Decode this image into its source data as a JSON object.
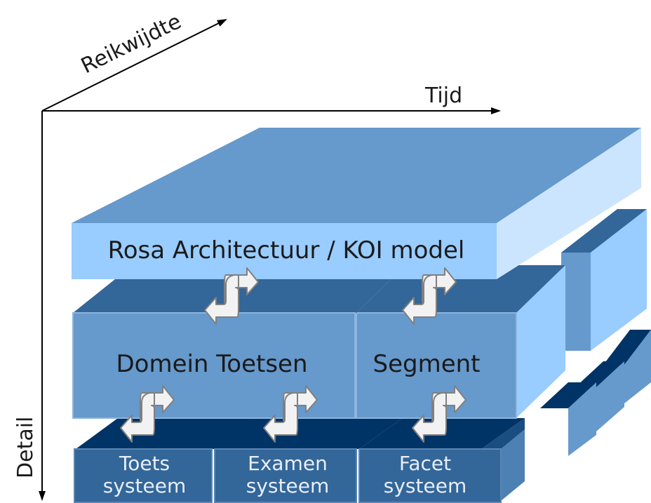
{
  "axes": {
    "scope": "Reikwijdte",
    "time": "Tijd",
    "detail": "Detail"
  },
  "layers": {
    "top": "Rosa Architectuur / KOI model",
    "middle_left": "Domein Toetsen",
    "middle_right": "Segment",
    "bottom": [
      {
        "line1": "Toets",
        "line2": "systeem"
      },
      {
        "line1": "Examen",
        "line2": "systeem"
      },
      {
        "line1": "Facet",
        "line2": "systeem"
      }
    ]
  },
  "colors": {
    "top_front": "#99ccff",
    "top_top": "#6699cc",
    "mid_front": "#6699cc",
    "mid_top": "#336699",
    "mid_side": "#99ccff",
    "low_front": "#336699",
    "low_top": "#003366",
    "axis": "#000000",
    "cycle_fill": "#f2f2f2",
    "cycle_stroke": "#808080"
  },
  "icons": [
    "cycle-icon",
    "axis-arrow-icon"
  ]
}
